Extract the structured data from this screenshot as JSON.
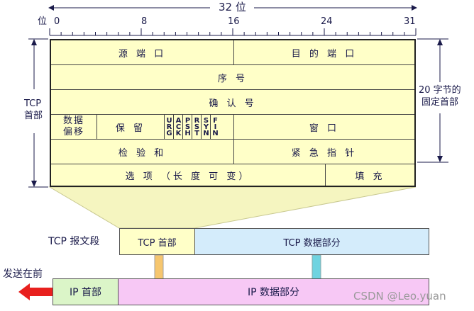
{
  "bit_ruler": {
    "total_label": "32 位",
    "unit_label": "位",
    "ticks": [
      "0",
      "8",
      "16",
      "24",
      "31"
    ]
  },
  "left_label": {
    "line1": "TCP",
    "line2": "首部"
  },
  "right_label": {
    "line1": "20 字节的",
    "line2": "固定首部"
  },
  "header_fields": {
    "source_port": "源 端 口",
    "dest_port": "目 的 端 口",
    "sequence": "序 号",
    "ack_number": "确 认 号",
    "data_offset_line1": "数据",
    "data_offset_line2": "偏移",
    "reserved": "保 留",
    "flags": [
      [
        "U",
        "R",
        "G"
      ],
      [
        "A",
        "C",
        "K"
      ],
      [
        "P",
        "S",
        "H"
      ],
      [
        "R",
        "S",
        "T"
      ],
      [
        "S",
        "Y",
        "N"
      ],
      [
        "F",
        "I",
        "N"
      ]
    ],
    "window": "窗 口",
    "checksum": "检 验 和",
    "urgent_pointer": "紧 急 指 针",
    "options": "选 项 （长 度 可 变）",
    "padding": "填 充"
  },
  "segment": {
    "label": "TCP 报文段",
    "header": "TCP 首部",
    "data": "TCP 数据部分"
  },
  "ip_datagram": {
    "send_first": "发送在前",
    "header": "IP 首部",
    "data": "IP 数据部分"
  },
  "watermark": "CSDN @Leo.yuan",
  "colors": {
    "header_fill": "#ffffc8",
    "tcp_data_fill": "#d4ecfb",
    "ip_header_fill": "#dbf5c8",
    "ip_data_fill": "#f7c8f5",
    "arrow_orange": "#f6c66e",
    "arrow_cyan": "#6fd3e0",
    "arrow_red": "#e8201e",
    "funnel_fill": "#f5f5c0"
  }
}
